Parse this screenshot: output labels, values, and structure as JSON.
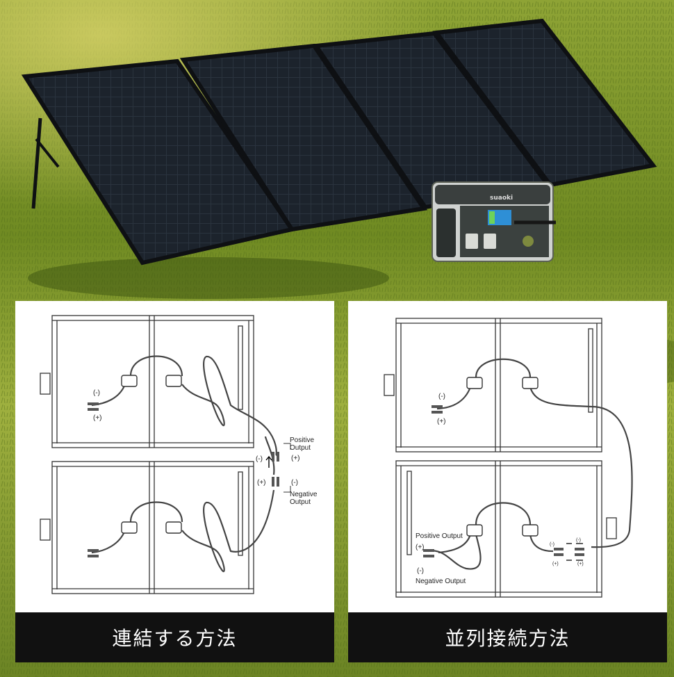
{
  "photo": {
    "brand_logo": "suaoki",
    "subject": "solar-panel-and-power-station"
  },
  "panels": [
    {
      "caption": "連結する方法",
      "labels": {
        "minus_top": "(-)",
        "plus_top": "(+)",
        "positive_output_1": "Positive",
        "positive_output_2": "Output",
        "positive_sign": "(+)",
        "minus_mid": "(-)",
        "plus_mid": "(+)",
        "negative_sign": "(-)",
        "negative_output_1": "Negative",
        "negative_output_2": "Output"
      }
    },
    {
      "caption": "並列接続方法",
      "labels": {
        "minus_top": "(-)",
        "plus_top": "(+)",
        "positive_output": "Positive Output",
        "positive_sign": "(+)",
        "negative_sign": "(-)",
        "negative_output": "Negative Output",
        "small_minus_1": "(-)",
        "small_minus_2": "(-)",
        "small_plus_1": "(+)",
        "small_plus_2": "(+)"
      }
    }
  ],
  "colors": {
    "grass_dark": "#5d7a1c",
    "grass_light": "#a9b846",
    "panel": "#1b2129",
    "frame": "#101214",
    "caption_bg": "#111111"
  }
}
